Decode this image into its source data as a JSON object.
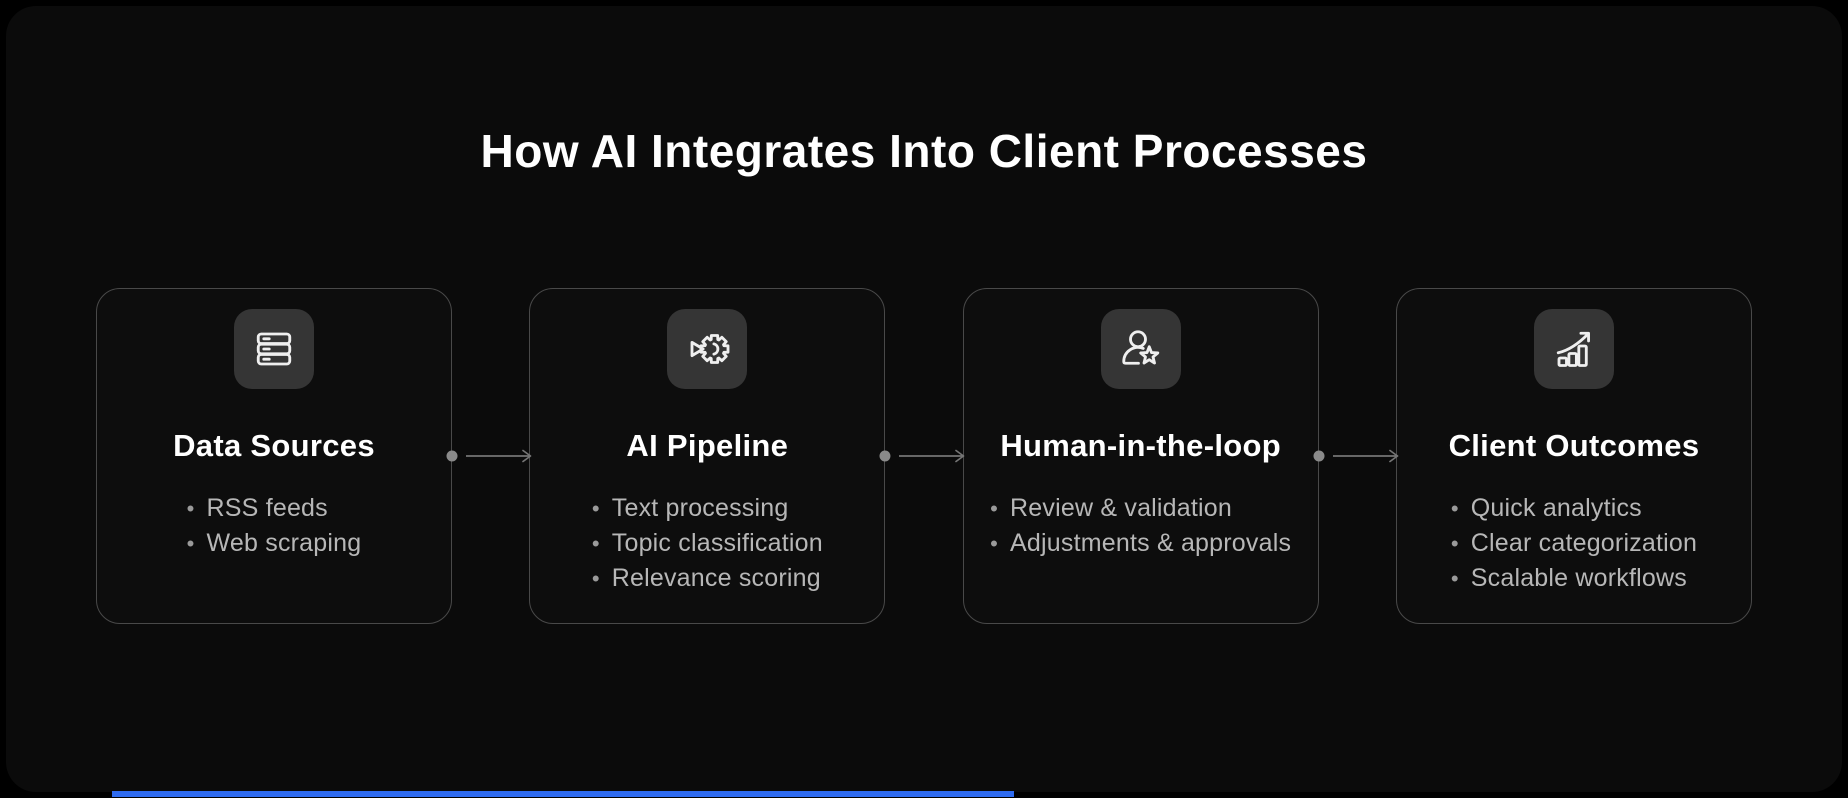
{
  "page": {
    "title": "How AI Integrates Into Client Processes"
  },
  "flow": {
    "bullet_char": "•",
    "steps": [
      {
        "icon": "server-stack-icon",
        "title": "Data Sources",
        "bullets": [
          "RSS feeds",
          "Web scraping"
        ]
      },
      {
        "icon": "play-gear-icon",
        "title": "AI Pipeline",
        "bullets": [
          "Text processing",
          "Topic classification",
          "Relevance scoring"
        ]
      },
      {
        "icon": "user-star-icon",
        "title": "Human-in-the-loop",
        "bullets": [
          "Review & validation",
          "Adjustments & approvals"
        ]
      },
      {
        "icon": "growth-chart-icon",
        "title": "Client Outcomes",
        "bullets": [
          "Quick analytics",
          "Clear categorization",
          "Scalable workflows"
        ]
      }
    ]
  },
  "colors": {
    "background": "#000000",
    "slide_background": "#0b0b0b",
    "card_border": "#494949",
    "icon_tile": "#353535",
    "title_text": "#ffffff",
    "bullet_text": "#b7b7b7",
    "connector_gray": "#757575",
    "progress_blue": "#2e6bf0"
  }
}
